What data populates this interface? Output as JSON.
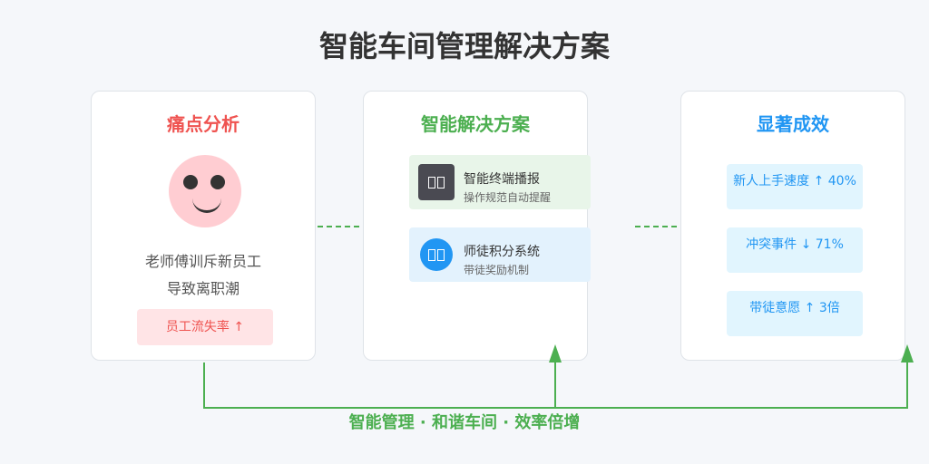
{
  "title": "智能车间管理解决方案",
  "pain": {
    "title": "痛点分析",
    "line1": "老师傅训斥新员工",
    "line2": "导致离职潮",
    "rate": "员工流失率 ↑"
  },
  "solution": {
    "title": "智能解决方案",
    "items": [
      {
        "name": "智能终端播报",
        "desc": "操作规范自动提醒",
        "icon": "terminal-icon"
      },
      {
        "name": "师徒积分系统",
        "desc": "带徒奖励机制",
        "icon": "points-icon"
      }
    ]
  },
  "results": {
    "title": "显著成效",
    "items": [
      "新人上手速度 ↑ 40%",
      "冲突事件 ↓ 71%",
      "带徒意愿 ↑ 3倍"
    ]
  },
  "footer": "智能管理 · 和谐车间 · 效率倍增",
  "colors": {
    "pain": "#ef5350",
    "solution": "#4caf50",
    "results": "#2196f3",
    "title": "#333333"
  }
}
